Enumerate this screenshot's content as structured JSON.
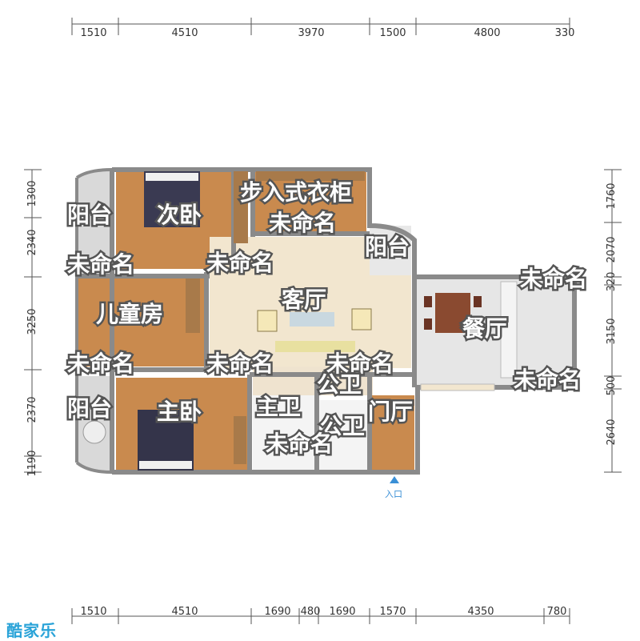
{
  "dimensions": {
    "top": [
      "1510",
      "4510",
      "3970",
      "1500",
      "4800",
      "330"
    ],
    "bottom": [
      "1510",
      "4510",
      "1690",
      "480",
      "1690",
      "1570",
      "4350",
      "780"
    ],
    "left": [
      "1300",
      "2340",
      "3250",
      "2370",
      "1190"
    ],
    "right": [
      "1760",
      "2070",
      "320",
      "3150",
      "500",
      "2640"
    ]
  },
  "rooms": {
    "walk_in_closet": "步入式衣柜",
    "second_bedroom": "次卧",
    "balcony_top_left": "阳台",
    "balcony_top_right": "阳台",
    "balcony_bottom_left": "阳台",
    "children_room": "儿童房",
    "living_room": "客厅",
    "dining_room": "餐厅",
    "master_bedroom": "主卧",
    "master_bath": "主卫",
    "public_bath_1": "公卫",
    "public_bath_2": "公卫",
    "foyer": "门厅",
    "unnamed": "未命名"
  },
  "entrance_label": "入口",
  "logo": "酷家乐",
  "colors": {
    "wall": "#8a8a8a",
    "wood_floor": "#c98a4e",
    "living_floor": "#f2e6cf",
    "dining_floor": "#e6e6e6",
    "balcony_floor": "#d9d9d9",
    "entrance": "#3a8fd6"
  }
}
